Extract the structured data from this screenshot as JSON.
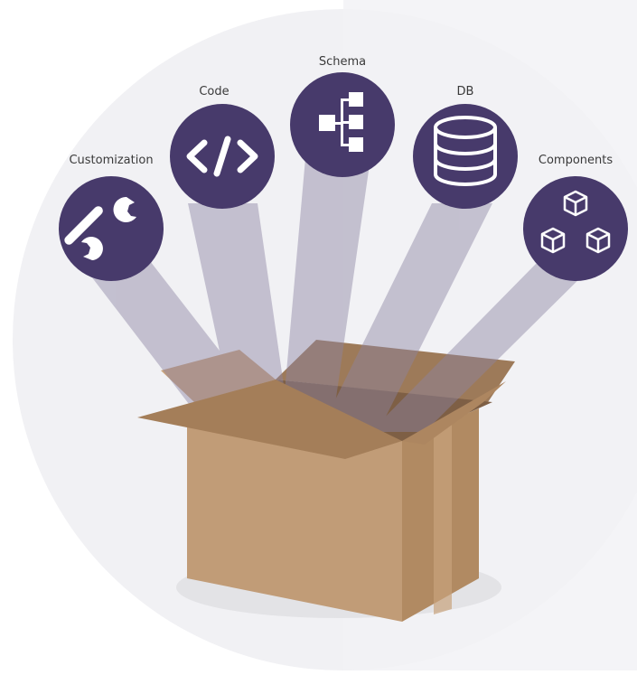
{
  "labels": {
    "customization": "Customization",
    "code": "Code",
    "schema": "Schema",
    "db": "DB",
    "components": "Components"
  },
  "icons": {
    "customization": "wrench-icon",
    "code": "code-brackets-icon",
    "schema": "hierarchy-icon",
    "db": "database-icon",
    "components": "cubes-icon"
  },
  "colors": {
    "circle": "#473a6b",
    "beam": "#8c84a3",
    "box": "#c19c77",
    "box_side": "#b18a62",
    "background_panel": "#f5f5f7"
  }
}
